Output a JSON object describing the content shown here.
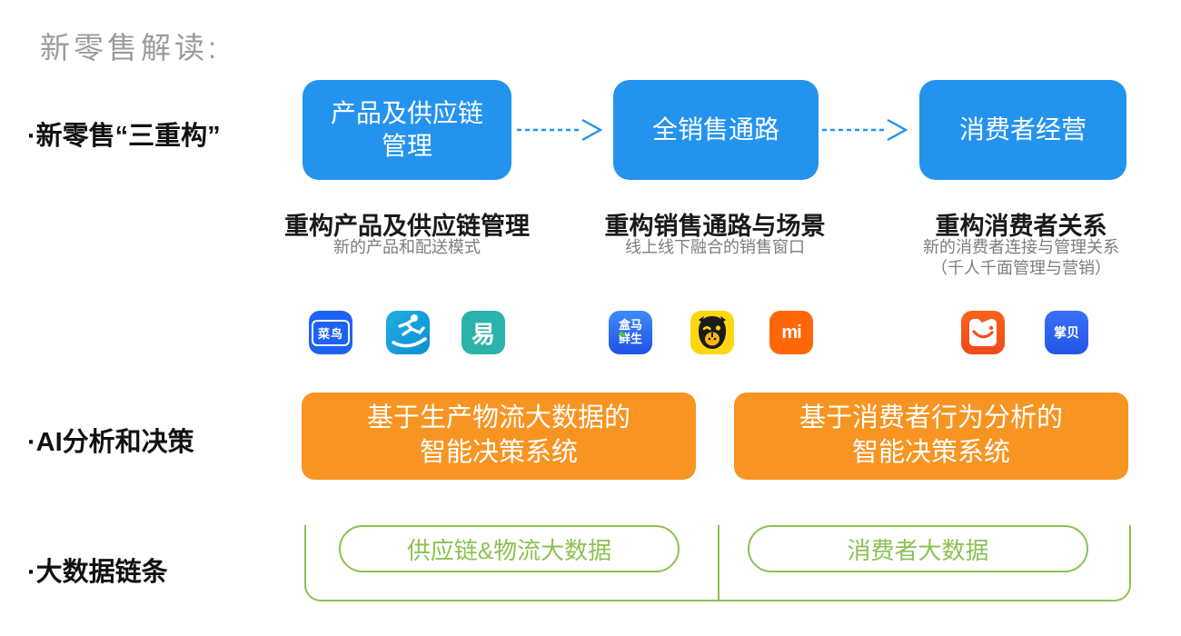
{
  "title": "新零售解读:",
  "rows": {
    "reconstruction": {
      "label": "·新零售“三重构”"
    },
    "ai": {
      "label": "·AI分析和决策"
    },
    "bigdata": {
      "label": "·大数据链条"
    }
  },
  "columns": [
    {
      "box_label": "产品及供应链\n管理",
      "caption": "重构产品及供应链管理",
      "subcaptions": [
        "新的产品和配送模式"
      ]
    },
    {
      "box_label": "全销售通路",
      "caption": "重构销售通路与场景",
      "subcaptions": [
        "线上线下融合的销售窗口"
      ]
    },
    {
      "box_label": "消费者经营",
      "caption": "重构消费者关系",
      "subcaptions": [
        "新的消费者连接与管理关系",
        "（千人千面管理与营销）"
      ]
    }
  ],
  "icons": {
    "cainiao": {
      "name": "cainiao-icon",
      "label": "菜鸟"
    },
    "dada": {
      "name": "dada-courier-icon"
    },
    "netease": {
      "name": "netease-yi-icon",
      "label": "易"
    },
    "hema": {
      "name": "hema-fresh-icon",
      "label": "盒马\n鲜生"
    },
    "gorilla": {
      "name": "xingbianli-gorilla-icon"
    },
    "xiaomi": {
      "name": "xiaomi-mi-icon",
      "label": "mi"
    },
    "youzan": {
      "name": "youzan-smile-pocket-icon"
    },
    "zhangbei": {
      "name": "zhangbei-icon",
      "label": "掌贝"
    }
  },
  "ai_boxes": [
    {
      "label": "基于生产物流大数据的\n智能决策系统"
    },
    {
      "label": "基于消费者行为分析的\n智能决策系统"
    }
  ],
  "data_pills": [
    {
      "label": "供应链&物流大数据"
    },
    {
      "label": "消费者大数据"
    }
  ],
  "colors": {
    "flow_box_blue": "#2493EE",
    "ai_box_orange": "#F79422",
    "data_green": "#8CC152",
    "title_gray": "#9b9b9b",
    "caption_sub_gray": "#7d7d7d",
    "cainiao_blue": "#1E62F4",
    "dada_cyan": "#18A0D8",
    "netease_teal": "#2BB2AB",
    "hema_blue": "#2B63EE",
    "gorilla_yellow": "#FFD60F",
    "xiaomi_orange": "#FF6709",
    "youzan_orange": "#EE5322",
    "zhangbei_blue": "#2D66F5"
  }
}
